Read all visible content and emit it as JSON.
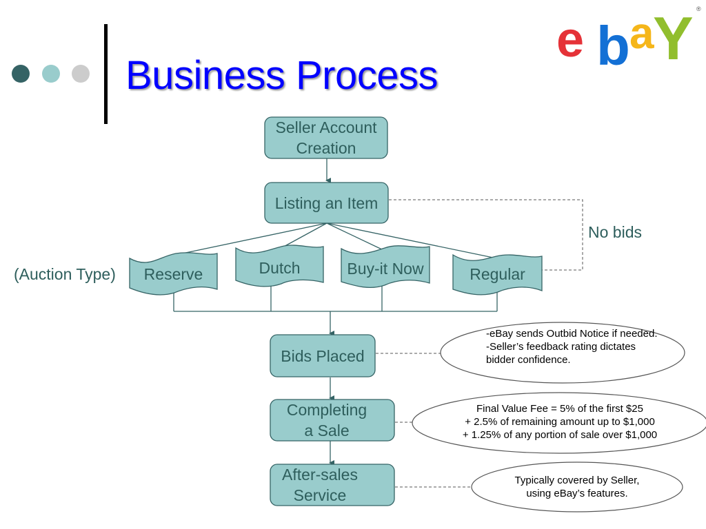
{
  "slide": {
    "title": "Business Process",
    "bullet_dots": [
      {
        "name": "dark-teal-dot",
        "color": "#356365"
      },
      {
        "name": "light-teal-dot",
        "color": "#99cccc"
      },
      {
        "name": "gray-dot",
        "color": "#cccccc"
      }
    ],
    "logo": {
      "letters": [
        "e",
        "b",
        "a",
        "Y"
      ],
      "colors": {
        "e": "#e53238",
        "b": "#0064d2",
        "a": "#f5af02",
        "Y": "#86b817"
      },
      "registered_mark": "®"
    }
  },
  "colors": {
    "node_fill": "#99cccc",
    "node_stroke": "#356365",
    "node_text": "#2e5e5c",
    "title": "#0000ff"
  },
  "flow": {
    "seller_account": "Seller Account\nCreation",
    "seller_account_line1": "Seller Account",
    "seller_account_line2": "Creation",
    "listing": "Listing an Item",
    "auction_type_label": "(Auction Type)",
    "auction_types": [
      "Reserve",
      "Dutch",
      "Buy-it Now",
      "Regular"
    ],
    "no_bids_label": "No bids",
    "bids_placed": "Bids Placed",
    "completing_line1": "Completing",
    "completing_line2": "a Sale",
    "aftersales_line1": "After-sales",
    "aftersales_line2": "Service"
  },
  "notes": {
    "bids": [
      "-eBay sends Outbid Notice if needed.",
      "-Seller’s feedback rating dictates",
      "bidder confidence."
    ],
    "sale": [
      "Final Value Fee = 5% of the first $25",
      "+ 2.5% of remaining amount up to $1,000",
      "+ 1.25% of any portion of sale over $1,000"
    ],
    "aftersales": [
      "Typically covered by Seller,",
      "using eBay’s features."
    ]
  }
}
